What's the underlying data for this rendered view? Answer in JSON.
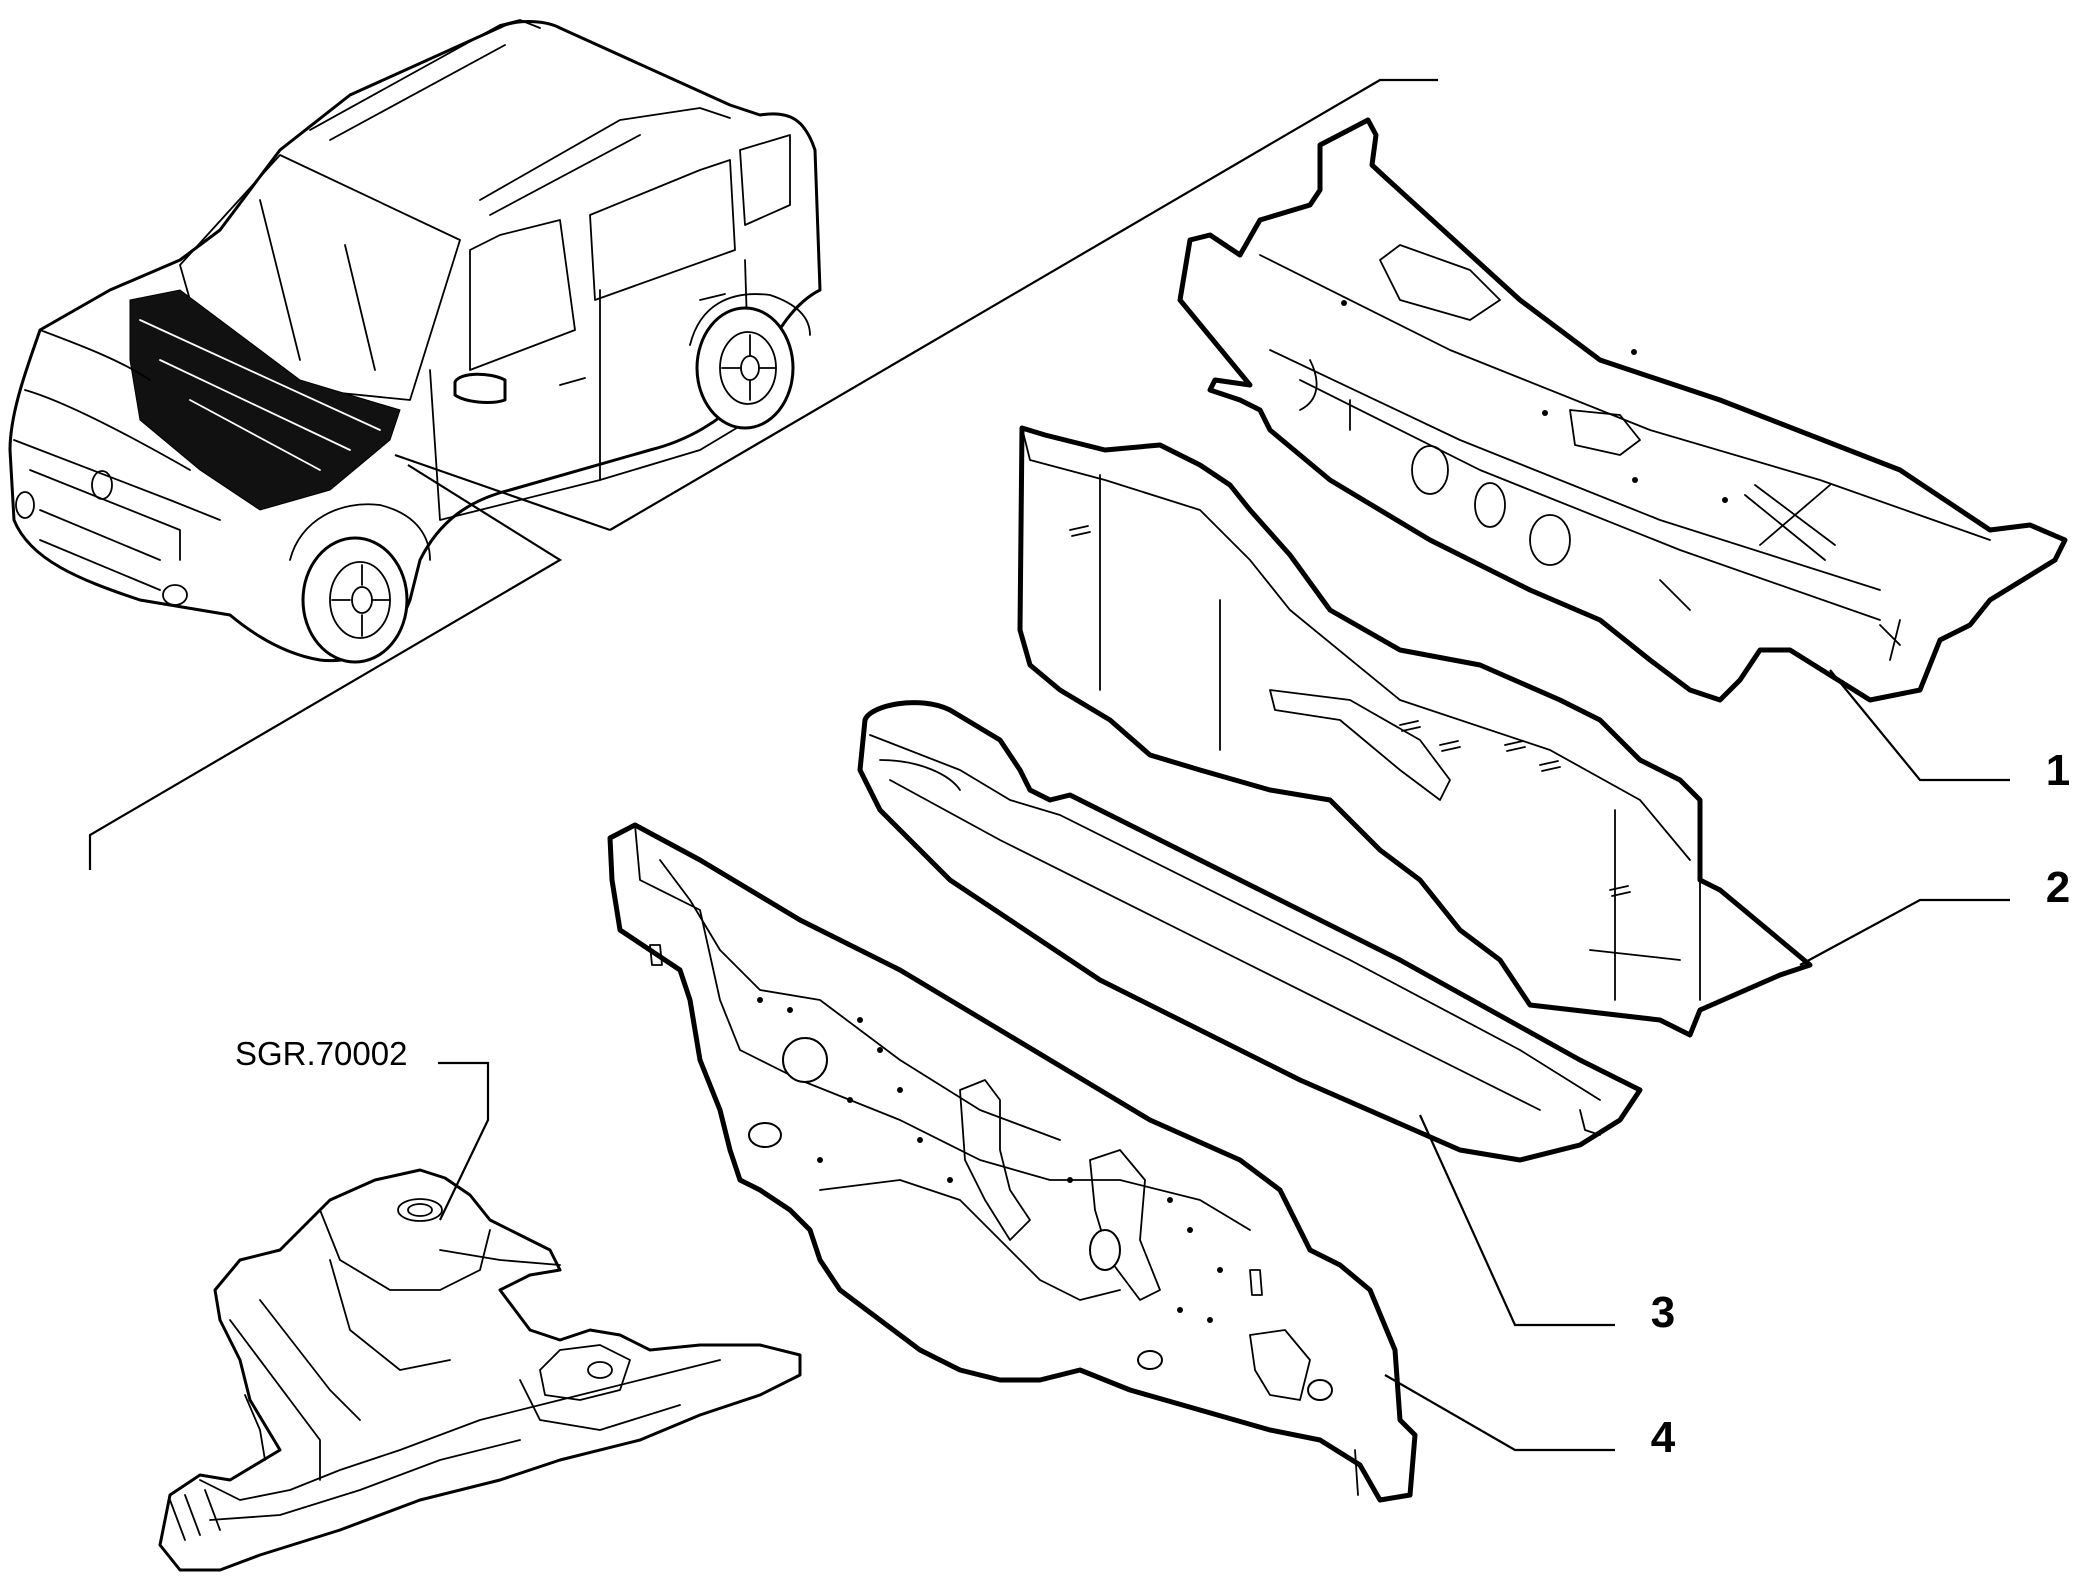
{
  "diagram": {
    "callouts": [
      {
        "id": "1",
        "label": "1"
      },
      {
        "id": "2",
        "label": "2"
      },
      {
        "id": "3",
        "label": "3"
      },
      {
        "id": "4",
        "label": "4"
      }
    ],
    "reference": {
      "label": "SGR.70002"
    }
  }
}
